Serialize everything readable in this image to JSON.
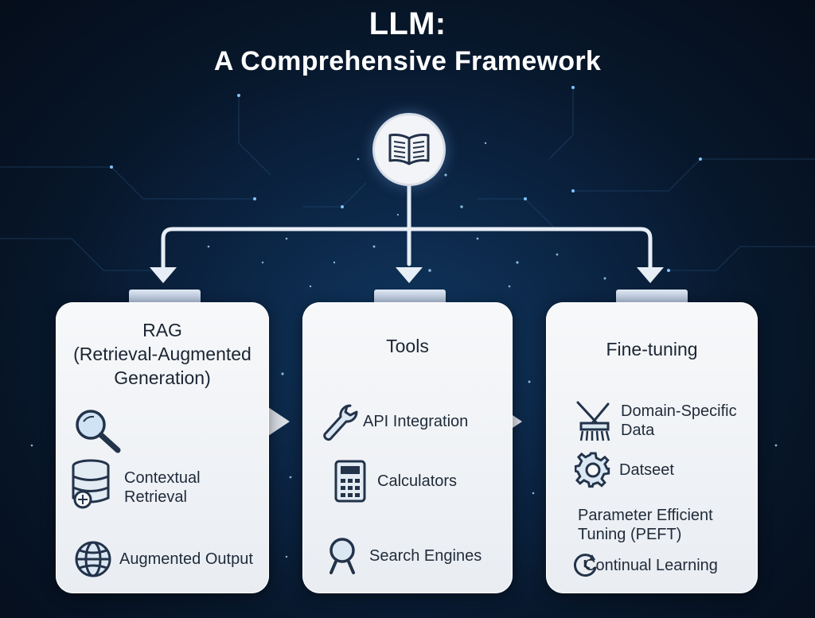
{
  "title": {
    "line1": "LLM:",
    "line2": "A Comprehensive Framework"
  },
  "cards": {
    "rag": {
      "title_line1": "RAG",
      "title_line2": "(Retrieval-Augmented",
      "title_line3": "Generation)",
      "items": [
        {
          "label_line1": "Contextual",
          "label_line2": "Retrieval"
        },
        {
          "label": "Augmented Output"
        }
      ]
    },
    "tools": {
      "title": "Tools",
      "items": [
        {
          "label": "API Integration"
        },
        {
          "label": "Calculators"
        },
        {
          "label": "Search Engines"
        }
      ]
    },
    "finetuning": {
      "title": "Fine-tuning",
      "items": [
        {
          "label_line1": "Domain-Specific",
          "label_line2": "Data"
        },
        {
          "label": "Datseet"
        },
        {
          "label_line1": "Parameter Efficient",
          "label_line2": "Tuning (PEFT)"
        },
        {
          "label": "Continual Learning"
        }
      ]
    }
  },
  "colors": {
    "background": "#071629",
    "card": "#eef1f5",
    "connector": "#e8eef6"
  }
}
